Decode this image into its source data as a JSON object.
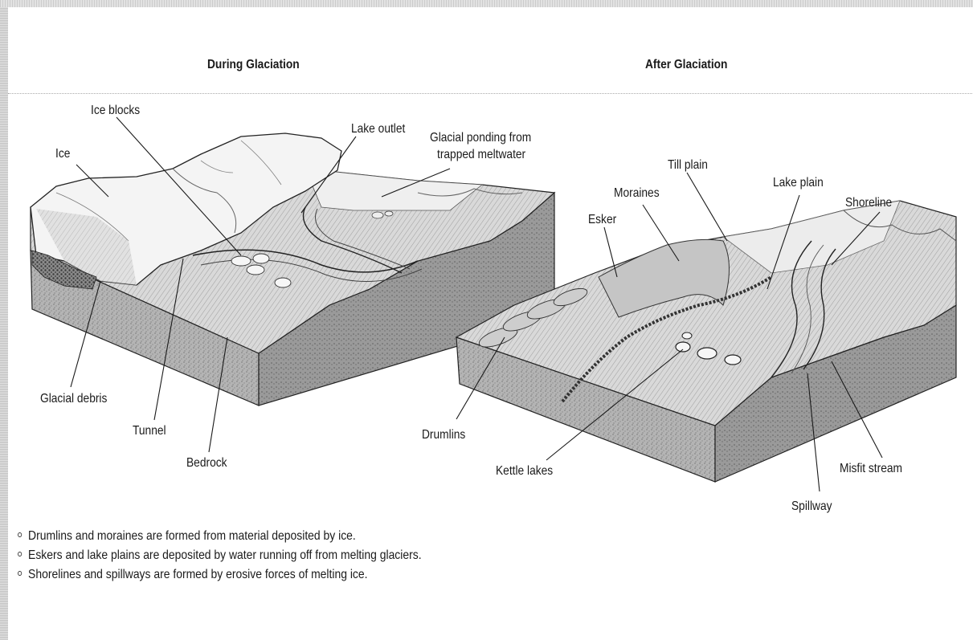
{
  "headings": {
    "during": "During Glaciation",
    "after": "After Glaciation"
  },
  "labels_during": {
    "ice_blocks": "Ice blocks",
    "ice": "Ice",
    "lake_outlet": "Lake outlet",
    "glacial_ponding_line1": "Glacial ponding from",
    "glacial_ponding_line2": "trapped meltwater",
    "glacial_debris": "Glacial debris",
    "tunnel": "Tunnel",
    "bedrock": "Bedrock"
  },
  "labels_after": {
    "till_plain": "Till plain",
    "moraines": "Moraines",
    "lake_plain": "Lake plain",
    "shoreline": "Shoreline",
    "esker": "Esker",
    "drumlins": "Drumlins",
    "kettle_lakes": "Kettle lakes",
    "misfit_stream": "Misfit stream",
    "spillway": "Spillway"
  },
  "notes": [
    "Drumlins and moraines are formed from material deposited by ice.",
    "Eskers and lake plains are deposited by water running off from melting glaciers.",
    "Shorelines and spillways are formed by erosive forces of melting ice."
  ],
  "colors": {
    "line": "#1a1a1a",
    "bedrock_side": "#a8a8a8",
    "ground_top": "#d8d8d8",
    "ice": "#f4f4f4"
  }
}
